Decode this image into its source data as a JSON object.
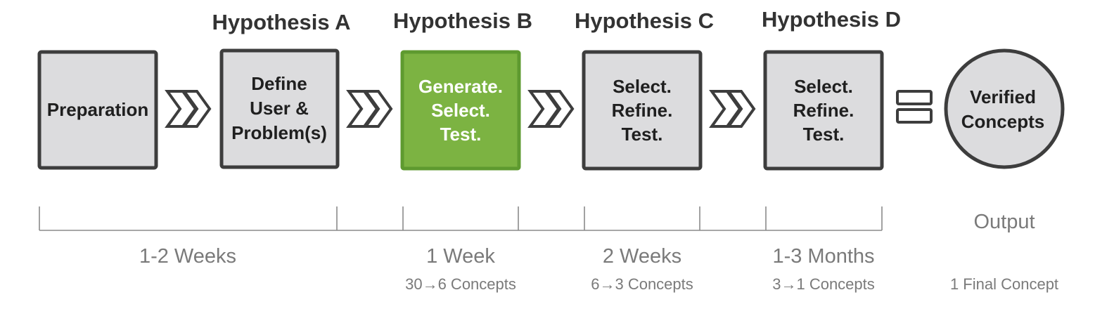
{
  "colors": {
    "box_fill": "#dcdcde",
    "box_stroke": "#3d3d3d",
    "highlight_fill": "#7cb342",
    "highlight_stroke": "#5e9a2f",
    "timeline": "#8a8a8a",
    "muted_text": "#7a7a7a"
  },
  "stages": [
    {
      "heading": "",
      "lines": [
        "Preparation"
      ]
    },
    {
      "heading": "Hypothesis A",
      "lines": [
        "Define",
        "User &",
        "Problem(s)"
      ]
    },
    {
      "heading": "Hypothesis B",
      "lines": [
        "Generate.",
        "Select.",
        "Test."
      ],
      "highlight": true
    },
    {
      "heading": "Hypothesis C",
      "lines": [
        "Select.",
        "Refine.",
        "Test."
      ]
    },
    {
      "heading": "Hypothesis D",
      "lines": [
        "Select.",
        "Refine.",
        "Test."
      ]
    }
  ],
  "output_node": {
    "lines": [
      "Verified",
      "Concepts"
    ]
  },
  "icons": {
    "step": "double-chevron-right-icon",
    "result": "equals-icon"
  },
  "timeline": {
    "segments": [
      {
        "duration": "1-2 Weeks",
        "detail": ""
      },
      {
        "duration": "1 Week",
        "detail": "30→6 Concepts"
      },
      {
        "duration": "2 Weeks",
        "detail": "6→3 Concepts"
      },
      {
        "duration": "1-3 Months",
        "detail": "3→1 Concepts"
      }
    ],
    "output": {
      "label": "Output",
      "detail": "1 Final Concept"
    }
  }
}
